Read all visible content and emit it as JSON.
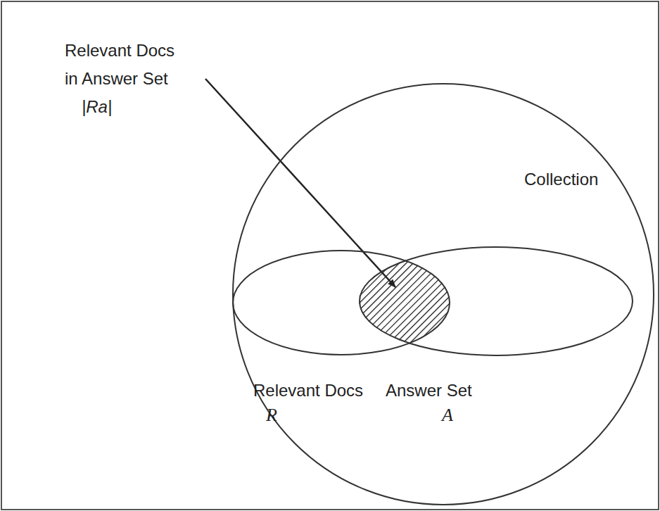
{
  "diagram": {
    "nodes": [
      {
        "text": [
          "Collection"
        ]
      },
      {
        "text": [
          "Relevant Docs",
          "R"
        ],
        "in": 0
      },
      {
        "text": [
          "Answer Set",
          "A"
        ],
        "in": 0
      }
    ],
    "labels": [
      "Relevant Docs in Answer Set",
      "|Ra|"
    ]
  }
}
